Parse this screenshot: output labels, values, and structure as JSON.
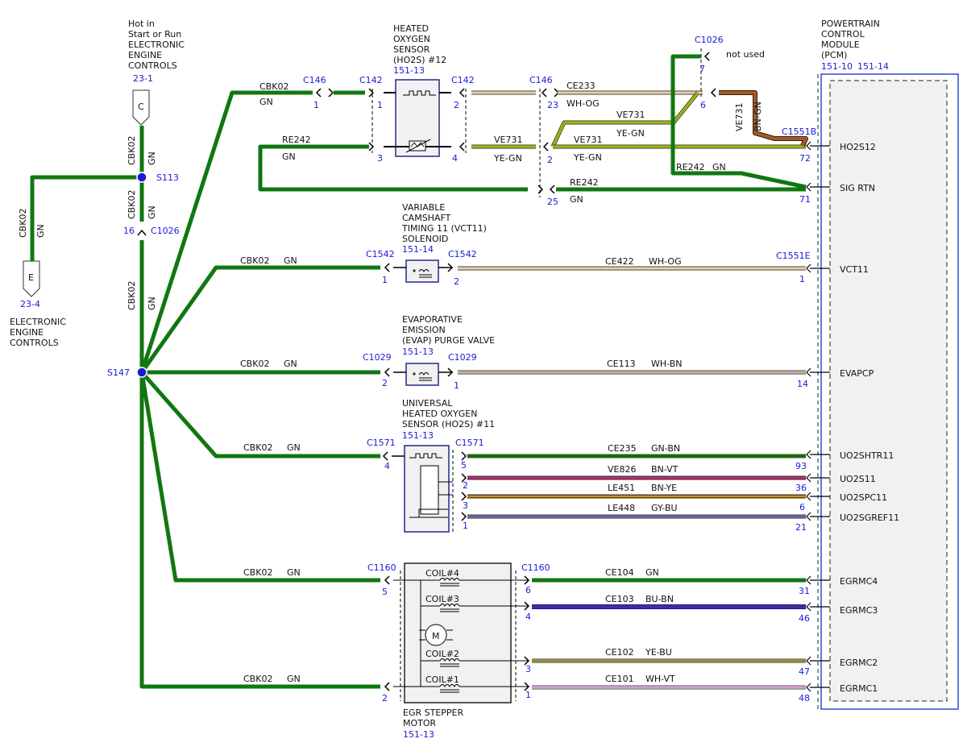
{
  "colors": {
    "GN": "#117711",
    "ref": "#1a1ad6",
    "frame": "#2b4fd0",
    "module_fill": "#f1f1f1",
    "wire_edge": "#333333"
  },
  "hot_in": {
    "lines": [
      "Hot in",
      "Start or Run",
      "ELECTRONIC",
      "ENGINE",
      "CONTROLS"
    ],
    "ref": "23-1",
    "connector": "C"
  },
  "ground_ref": {
    "connector": "E",
    "ref": "23-4",
    "lines": [
      "ELECTRONIC",
      "ENGINE",
      "CONTROLS"
    ]
  },
  "splices": {
    "s113": "S113",
    "s147": "S147"
  },
  "trunk": {
    "c1026_pin": "16",
    "c1026": "C1026",
    "circuit": "CBK02",
    "color": "GN",
    "ground_circuit": "CBK02",
    "ground_color": "GN"
  },
  "ho2s12": {
    "lines": [
      "HEATED",
      "OXYGEN",
      "SENSOR",
      "(HO2S) #12"
    ],
    "ref": "151-13",
    "c146a": "C146",
    "c146a_pin": "1",
    "c142a": "C142",
    "c142a_pin": "1",
    "c142b": "C142",
    "c142b_pin": "2",
    "c142_pin3": "3",
    "c142_pin4": "4",
    "c146b": "C146",
    "c146b_pin": "23",
    "c146_pin2": "2",
    "c146_pin25": "25",
    "feed_circuit": "CBK02",
    "feed_color": "GN",
    "w1_circuit": "CE233",
    "w1_color": "WH-OG",
    "w2_circuit": "VE731",
    "w2_color": "YE-GN",
    "w3_circuit": "RE242",
    "w3_color": "GN",
    "w4_circuit": "RE242",
    "w4_color": "GN",
    "w5_circuit": "VE731",
    "w5_color": "YE-GN",
    "w6_circuit": "VE731",
    "w6_color": "YE-GN",
    "w7_circuit": "VE731",
    "w7_color": "BN-GN",
    "w8_circuit": "RE242",
    "w8_color": "GN",
    "c1026": "C1026",
    "c1026_pin7": "7",
    "not_used": "not used",
    "c1026_pin6": "6",
    "c1551b": "C1551B",
    "pin72": "72",
    "pin71": "71"
  },
  "vct11": {
    "lines": [
      "VARIABLE",
      "CAMSHAFT",
      "TIMING 11 (VCT11)",
      "SOLENOID"
    ],
    "ref": "151-14",
    "conn_in": "C1542",
    "pin_in": "1",
    "conn_out": "C1542",
    "pin_out": "2",
    "feed_circuit": "CBK02",
    "feed_color": "GN",
    "circuit": "CE422",
    "color": "WH-OG",
    "pcm_conn": "C1551E",
    "pcm_pin": "1"
  },
  "evap": {
    "lines": [
      "EVAPORATIVE",
      "EMISSION",
      "(EVAP) PURGE VALVE"
    ],
    "ref": "151-13",
    "conn_in": "C1029",
    "pin_in": "2",
    "conn_out": "C1029",
    "pin_out": "1",
    "feed_circuit": "CBK02",
    "feed_color": "GN",
    "circuit": "CE113",
    "color": "WH-BN",
    "pcm_pin": "14"
  },
  "uho2s11": {
    "lines": [
      "UNIVERSAL",
      "HEATED OXYGEN",
      "SENSOR (HO2S) #11"
    ],
    "ref": "151-13",
    "conn_in": "C1571",
    "pin_in": "4",
    "conn_out": "C1571",
    "feed_circuit": "CBK02",
    "feed_color": "GN",
    "wires": [
      {
        "pin": "5",
        "circuit": "CE235",
        "color": "GN-BN",
        "pcm_pin": "93"
      },
      {
        "pin": "2",
        "circuit": "VE826",
        "color": "BN-VT",
        "pcm_pin": "36"
      },
      {
        "pin": "3",
        "circuit": "LE451",
        "color": "BN-YE",
        "pcm_pin": "6"
      },
      {
        "pin": "1",
        "circuit": "LE448",
        "color": "GY-BU",
        "pcm_pin": "21"
      }
    ]
  },
  "egr": {
    "lines": [
      "EGR STEPPER",
      "MOTOR"
    ],
    "ref": "151-13",
    "conn_in": "C1160",
    "pin_in_top": "5",
    "pin_in_bot": "2",
    "conn_out": "C1160",
    "coils": [
      "COIL#4",
      "COIL#3",
      "COIL#2",
      "COIL#1"
    ],
    "motor": "M",
    "feed_circuit": "CBK02",
    "feed_color": "GN",
    "wires": [
      {
        "pin": "6",
        "circuit": "CE104",
        "color": "GN",
        "pcm_pin": "31"
      },
      {
        "pin": "4",
        "circuit": "CE103",
        "color": "BU-BN",
        "pcm_pin": "46"
      },
      {
        "pin": "3",
        "circuit": "CE102",
        "color": "YE-BU",
        "pcm_pin": "47"
      },
      {
        "pin": "1",
        "circuit": "CE101",
        "color": "WH-VT",
        "pcm_pin": "48"
      }
    ]
  },
  "pcm": {
    "lines": [
      "POWERTRAIN",
      "CONTROL",
      "MODULE",
      "(PCM)"
    ],
    "ref1": "151-10",
    "ref2": "151-14",
    "pins": [
      "HO2S12",
      "SIG RTN",
      "VCT11",
      "EVAPCP",
      "UO2SHTR11",
      "UO2S11",
      "UO2SPC11",
      "UO2SGREF11",
      "EGRMC4",
      "EGRMC3",
      "EGRMC2",
      "EGRMC1"
    ]
  }
}
